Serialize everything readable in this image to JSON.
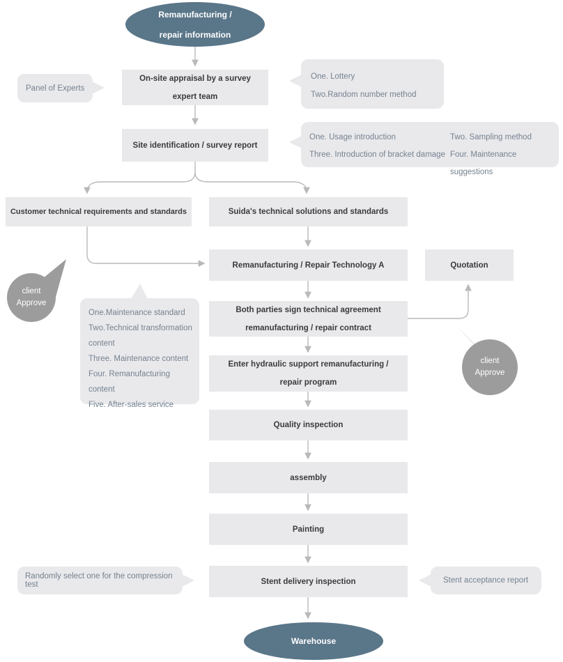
{
  "colors": {
    "terminator_fill": "#5a7689",
    "node_fill": "#e9e9ec",
    "node_text": "#3b3b3b",
    "callout_text": "#75828f",
    "connector": "#b9b9b9",
    "approve_circle_fill": "#9c9c9c"
  },
  "nodes": {
    "start": {
      "line1": "Remanufacturing /",
      "line2": "repair information"
    },
    "onsite_appraisal": {
      "line1": "On-site appraisal by a survey",
      "line2": "expert team"
    },
    "site_report": {
      "text": "Site identification / survey report"
    },
    "customer_requirements": {
      "text": "Customer technical requirements and standards"
    },
    "suida_solutions": {
      "text": "Suida's technical solutions and standards"
    },
    "repair_technology": {
      "text": "Remanufacturing / Repair Technology A"
    },
    "quotation": {
      "text": "Quotation"
    },
    "sign_contract": {
      "line1": "Both parties sign technical agreement",
      "line2": "remanufacturing / repair contract"
    },
    "enter_program": {
      "line1": "Enter hydraulic support remanufacturing /",
      "line2": "repair program"
    },
    "quality_inspection": {
      "text": "Quality inspection"
    },
    "assembly": {
      "text": "assembly"
    },
    "painting": {
      "text": "Painting"
    },
    "delivery_inspection": {
      "text": "Stent delivery inspection"
    },
    "warehouse": {
      "text": "Warehouse"
    }
  },
  "callouts": {
    "panel_of_experts": {
      "text": "Panel of Experts"
    },
    "selection_method": {
      "line1": "One. Lottery",
      "line2": "Two.Random number method"
    },
    "survey_report_contents": {
      "items": [
        "One. Usage introduction",
        "Two. Sampling method",
        "Three. Introduction of bracket damage",
        "Four. Maintenance suggestions"
      ]
    },
    "agreement_contents": {
      "items": [
        "One.Maintenance standard",
        "Two.Technical transformation content",
        "Three. Maintenance content",
        "Four. Remanufacturing content",
        "Five. After-sales service"
      ]
    },
    "compression_test": {
      "text": "Randomly select one for the compression test"
    },
    "acceptance_report": {
      "text": "Stent acceptance report"
    },
    "client_approve": {
      "line1": "client",
      "line2": "Approve"
    }
  }
}
